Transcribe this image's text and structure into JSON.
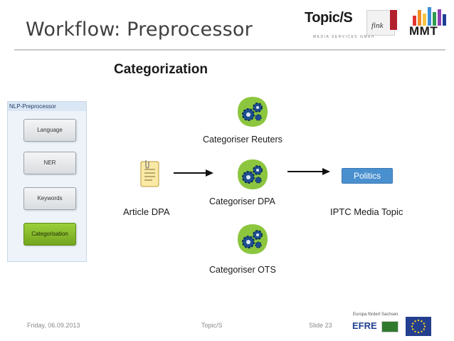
{
  "slide": {
    "title": "Workflow: Preprocessor",
    "subtitle": "Categorization"
  },
  "logos": {
    "topics": "Topic/S",
    "topics_sub": "MEDIA SERVICES GMBH",
    "fink": "fink",
    "mmt": "MMT"
  },
  "nlp_panel": {
    "header": "NLP-Preprocessor",
    "steps": [
      "Language",
      "NER",
      "Keywords",
      "Categorisation"
    ],
    "active_step": "Categorisation"
  },
  "diagram": {
    "input_label": "Article DPA",
    "categorisers": [
      "Categoriser Reuters",
      "Categoriser DPA",
      "Categoriser OTS"
    ],
    "result_badge": "Politics",
    "output_label": "IPTC Media Topic"
  },
  "footer": {
    "date": "Friday, 06.09.2013",
    "center": "Topic/S",
    "slide": "Slide 23",
    "efre_caption": "Europa fördert Sachsen.",
    "efre_logo": "EFRE"
  },
  "colors": {
    "accent_green": "#7ab629",
    "badge_blue": "#4a90cf",
    "gear_blue": "#1e4f8f"
  }
}
